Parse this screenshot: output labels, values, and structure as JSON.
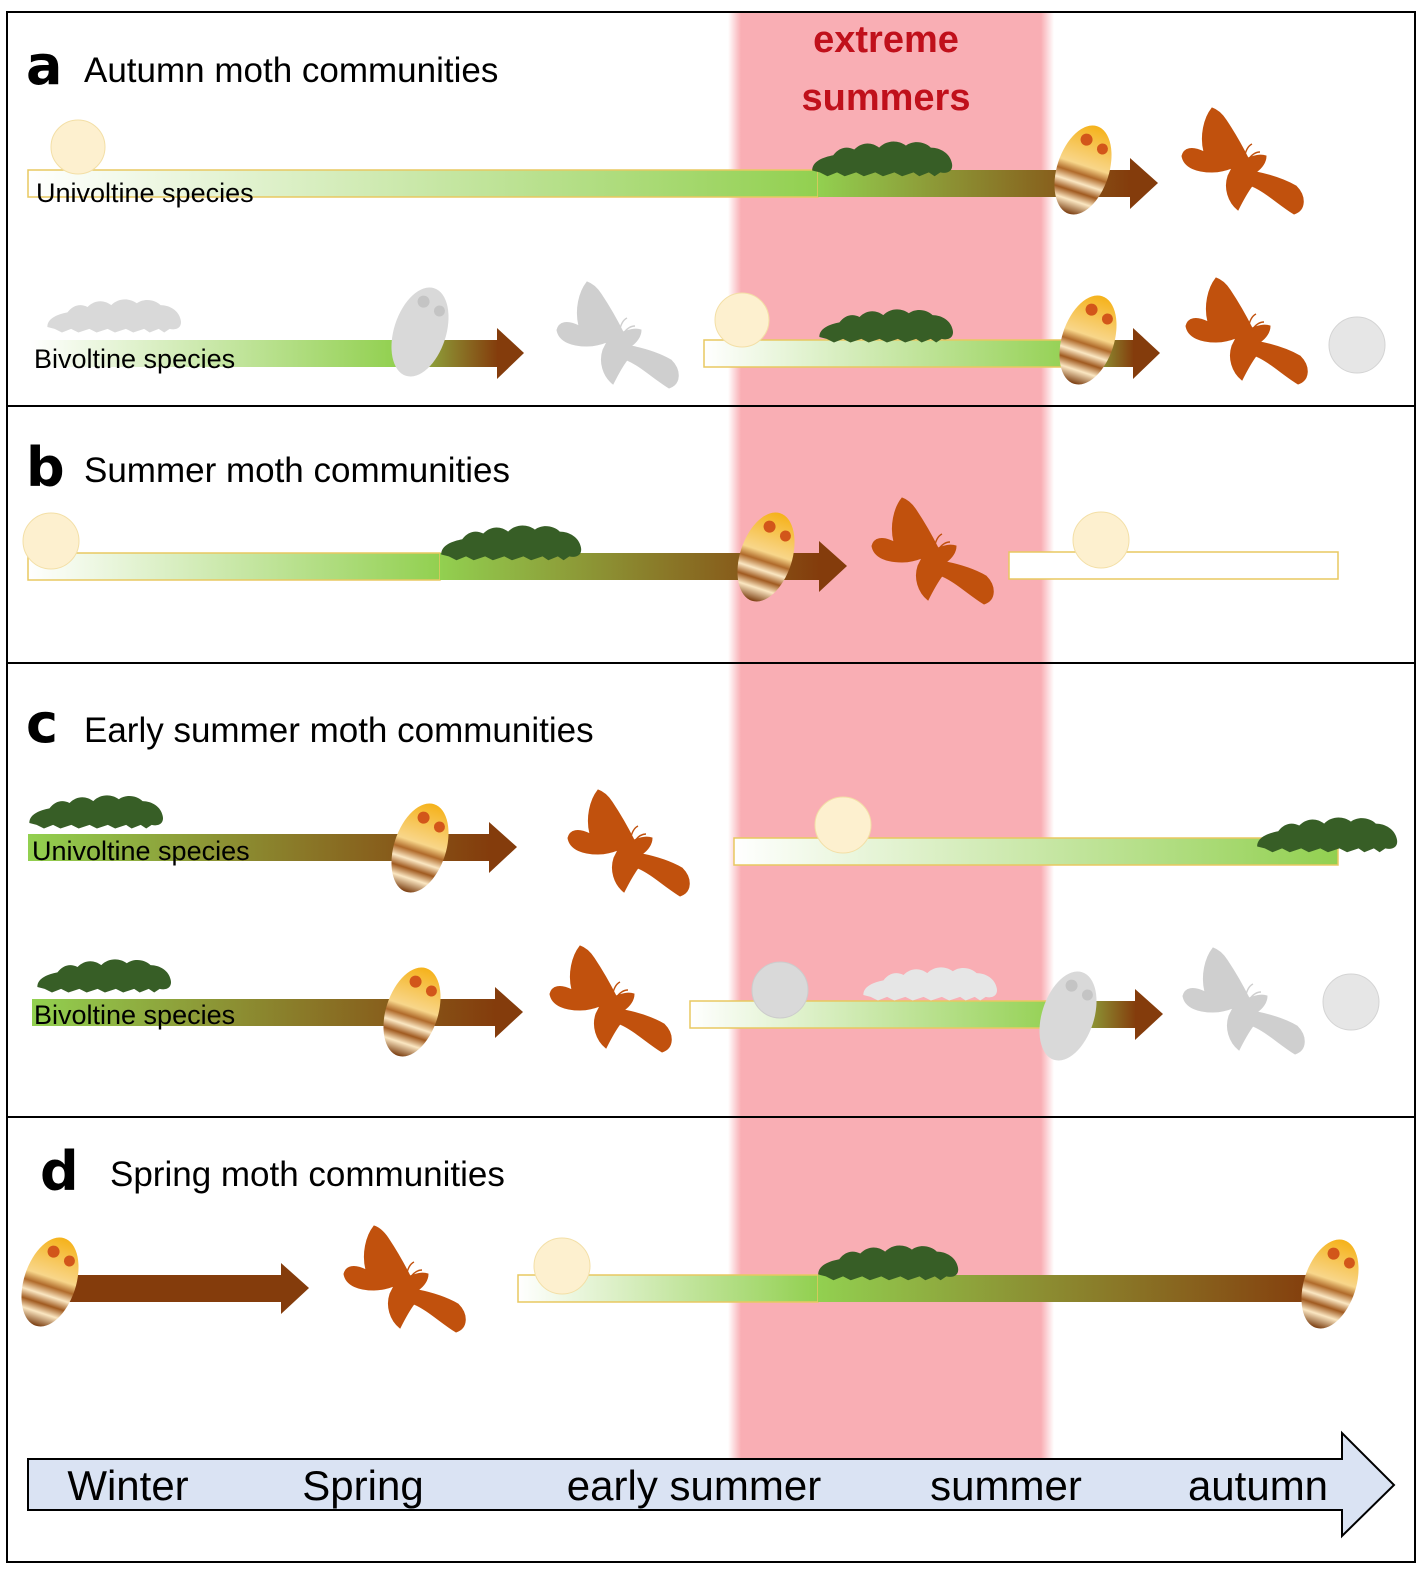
{
  "highlight": {
    "label_line1": "extreme",
    "label_line2": "summers",
    "color": "#f9aeb4",
    "text_color": "#c0101b"
  },
  "panels": [
    {
      "letter": "a",
      "title": "Autumn moth communities",
      "rows": [
        {
          "label": "Univoltine species"
        },
        {
          "label": "Bivoltine species"
        }
      ]
    },
    {
      "letter": "b",
      "title": "Summer moth communities",
      "rows": []
    },
    {
      "letter": "c",
      "title": "Early summer moth communities",
      "rows": [
        {
          "label": "Univoltine species"
        },
        {
          "label": "Bivoltine species"
        }
      ]
    },
    {
      "letter": "d",
      "title": "Spring moth communities",
      "rows": []
    }
  ],
  "timeline": {
    "seasons": [
      "Winter",
      "Spring",
      "early summer",
      "summer",
      "autumn"
    ],
    "fill": "#dae3f3",
    "stroke": "#000000"
  },
  "icons": {
    "stages": [
      "egg-icon",
      "caterpillar-icon",
      "pupa-icon",
      "adult-moth-icon"
    ],
    "active_caterpillar_color": "#375e26",
    "moth_color": "#c1510d",
    "inactive_color": "#cfcfcf",
    "egg_color": "#fdf0cf"
  }
}
